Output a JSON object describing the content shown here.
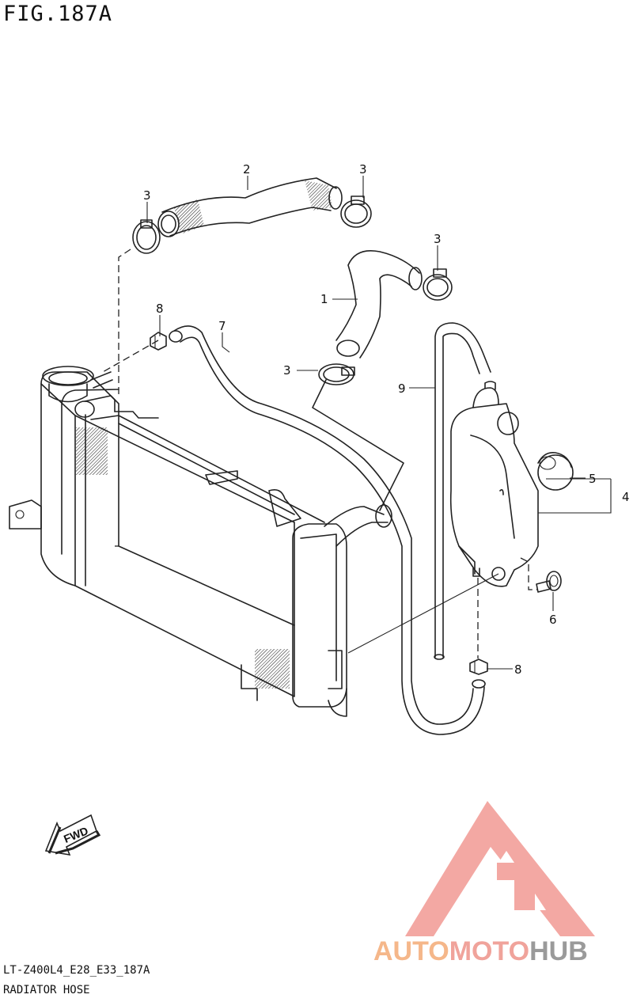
{
  "figure": {
    "title": "FIG.187A",
    "code": "LT-Z400L4_E28_E33_187A",
    "name": "RADIATOR HOSE"
  },
  "callouts": [
    {
      "id": "c1",
      "label": "1"
    },
    {
      "id": "c2",
      "label": "2"
    },
    {
      "id": "c3a",
      "label": "3"
    },
    {
      "id": "c3b",
      "label": "3"
    },
    {
      "id": "c3c",
      "label": "3"
    },
    {
      "id": "c3d",
      "label": "3"
    },
    {
      "id": "c4",
      "label": "4"
    },
    {
      "id": "c5",
      "label": "5"
    },
    {
      "id": "c6",
      "label": "6"
    },
    {
      "id": "c7",
      "label": "7"
    },
    {
      "id": "c8a",
      "label": "8"
    },
    {
      "id": "c8b",
      "label": "8"
    },
    {
      "id": "c9",
      "label": "9"
    }
  ],
  "fwd_arrow": {
    "label": "FWD",
    "icon": "fwd-arrow-icon"
  },
  "watermark": {
    "word1": "AUTO",
    "word2": "MOTO",
    "word3": "HUB",
    "colors": {
      "auto": "#f5b78a",
      "moto": "#f0a39b",
      "hub": "#9a9a9a",
      "triangle": "#f19a93"
    }
  }
}
